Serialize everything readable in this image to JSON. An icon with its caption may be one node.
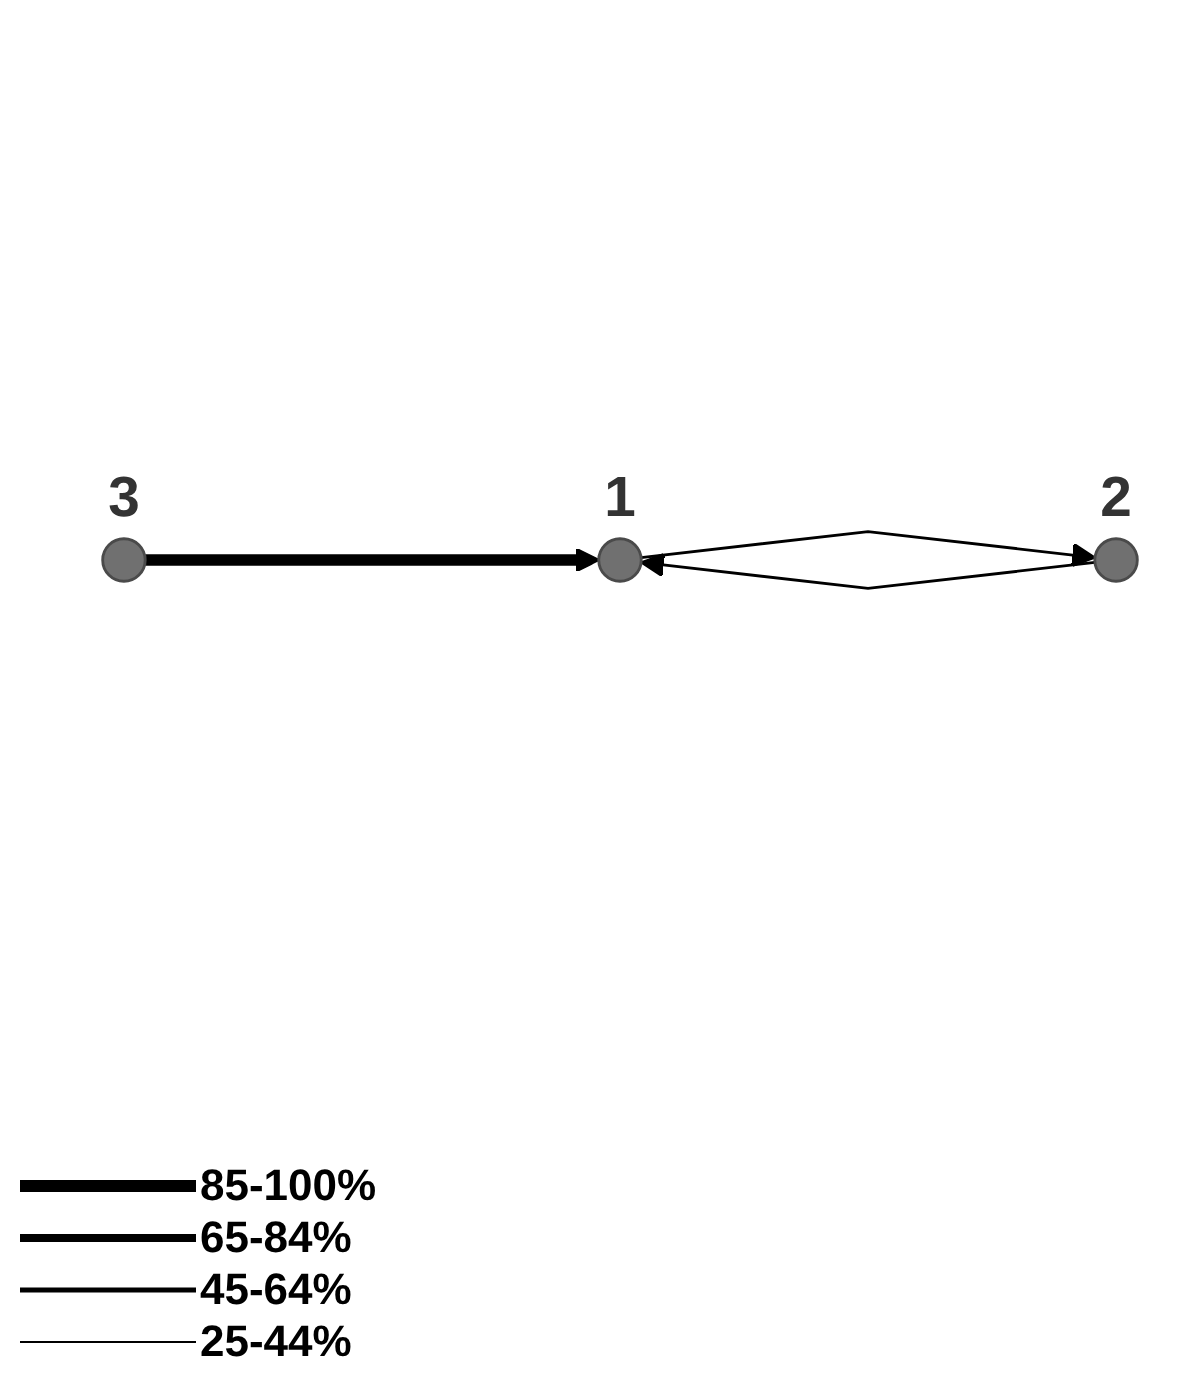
{
  "diagram": {
    "nodes": [
      {
        "text": [],
        "shape": "circle",
        "beside": [
          "1"
        ]
      },
      {
        "text": [],
        "shape": "circle",
        "beside": [
          "2"
        ]
      },
      {
        "text": [],
        "shape": "circle",
        "beside": [
          "3"
        ]
      }
    ],
    "edges": [
      {
        "from": 0,
        "to": 1,
        "arrow": "to"
      },
      {
        "from": 1,
        "to": 0,
        "arrow": "to"
      },
      {
        "from": 2,
        "to": 0,
        "arrow": "to",
        "style": "thick"
      }
    ],
    "legend": [
      {
        "text": "85-100%"
      },
      {
        "text": "65-84%"
      },
      {
        "text": "45-64%"
      },
      {
        "text": "25-44%"
      }
    ]
  }
}
